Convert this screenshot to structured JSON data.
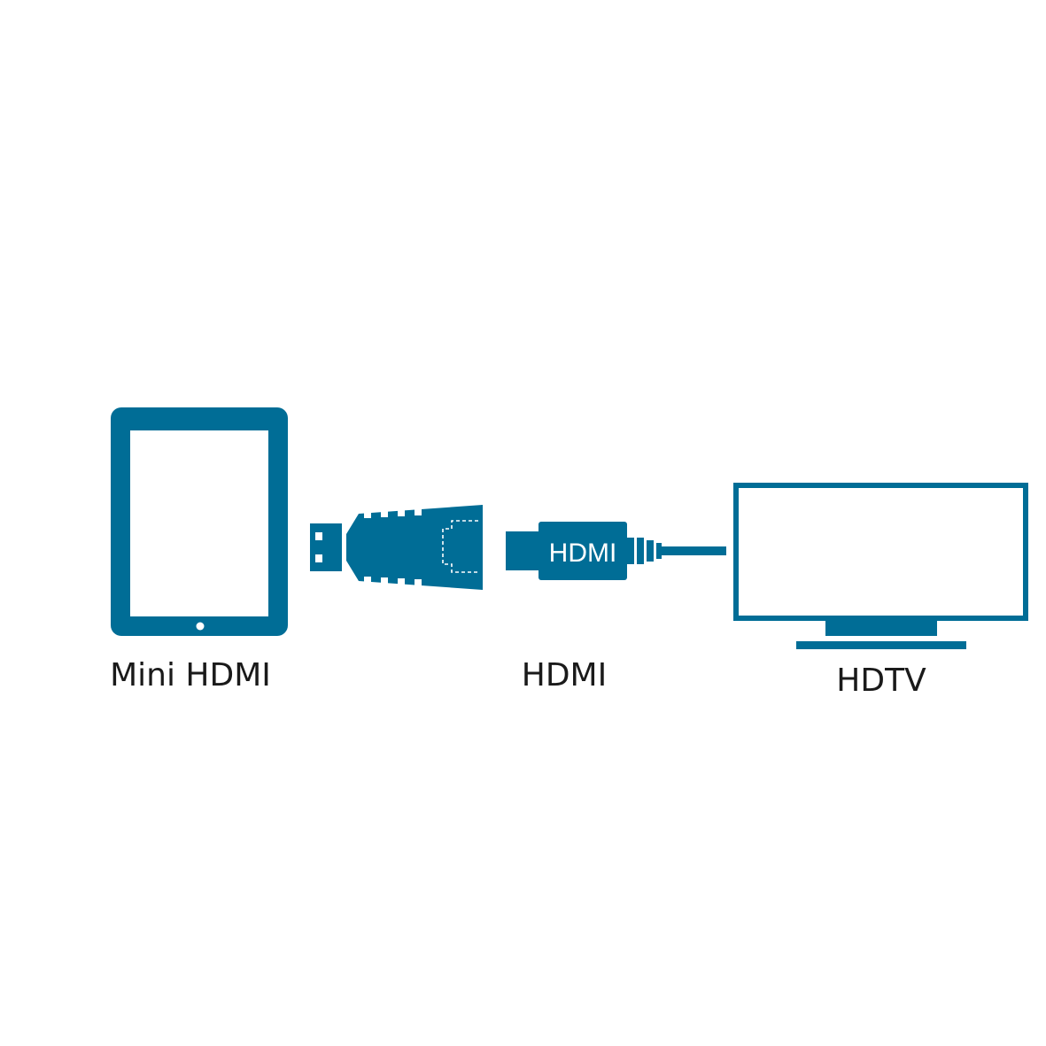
{
  "colors": {
    "primary": "#006d96",
    "background": "#ffffff",
    "text": "#1a1a1a"
  },
  "labels": {
    "tablet": "Mini HDMI",
    "cable": "HDMI",
    "tv": "HDTV",
    "connector_plug": "HDMI"
  },
  "icons": {
    "tablet": "tablet-icon",
    "mini_plug": "mini-hdmi-plug-icon",
    "adapter": "hdmi-adapter-icon",
    "cable": "hdmi-cable-icon",
    "tv": "hdtv-icon"
  }
}
